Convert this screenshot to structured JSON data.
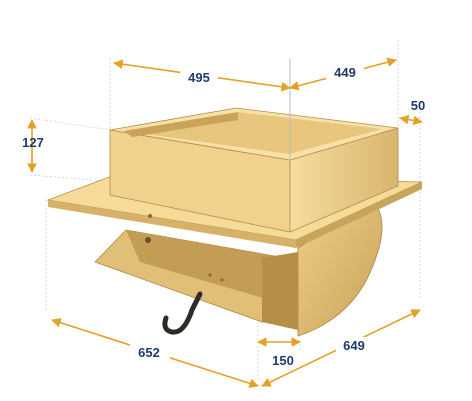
{
  "diagram": {
    "colors": {
      "arrow": "#e3a126",
      "label": "#1f3a6b",
      "body": "#f3d48f",
      "body_shade": "#d7b36a",
      "body_dark": "#b48f45",
      "handle": "#2e2a26",
      "guide": "#c7c7c7"
    },
    "dimensions": [
      {
        "id": "top-width",
        "value": "495"
      },
      {
        "id": "top-depth",
        "value": "449"
      },
      {
        "id": "flange",
        "value": "50"
      },
      {
        "id": "height",
        "value": "127"
      },
      {
        "id": "base-width",
        "value": "652"
      },
      {
        "id": "base-depth",
        "value": "649"
      },
      {
        "id": "sweep",
        "value": "150"
      }
    ]
  }
}
